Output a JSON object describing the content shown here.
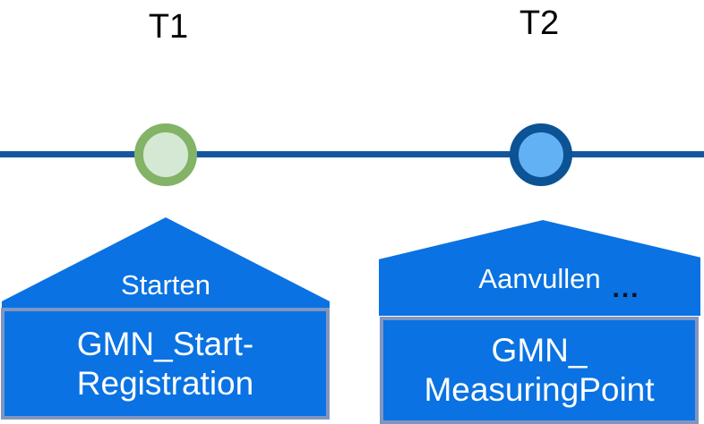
{
  "diagram": {
    "type": "timeline",
    "events": [
      {
        "time_label": "T1",
        "marker": "green-circle",
        "action_label": "Starten",
        "component_line1": "GMN_Start-",
        "component_line2": "Registration"
      },
      {
        "time_label": "T2",
        "marker": "blue-circle",
        "action_label": "Aanvullen",
        "ellipsis": "...",
        "component_line1": "GMN_",
        "component_line2": "MeasuringPoint"
      }
    ]
  },
  "colors": {
    "shape_blue": "#0A72E2",
    "timeline_blue": "#15569E",
    "t1_marker_border": "#82B366",
    "t1_marker_fill": "#D5E8D4",
    "t2_marker_border": "#0B5394",
    "t2_marker_fill": "#63B1F5",
    "box_border": "#8096C0",
    "label_text": "#000000",
    "shape_text": "#FFFFFF"
  }
}
